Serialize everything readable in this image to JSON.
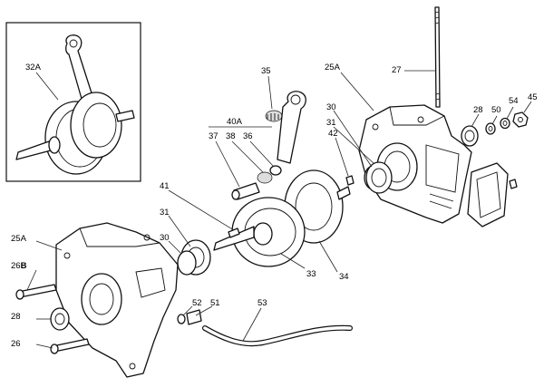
{
  "labels": {
    "inset_crankshaft": "32A",
    "studs_27": "27",
    "crankcase_right": "25A",
    "needle_bearing": "35",
    "seal_28_right": "28",
    "washer_50": "50",
    "washer_54": "54",
    "nut_45": "45",
    "group_40a": "40A",
    "pin_37": "37",
    "bearing_38": "38",
    "washer_36": "36",
    "ring_30_right": "30",
    "bearing_31_right": "31",
    "dowel_42": "42",
    "key_41": "41",
    "bearing_31_left": "31",
    "ring_30_left": "30",
    "crankcase_left": "25A",
    "screw_26b_num": "26",
    "screw_26b_suffix": "B",
    "seal_28_left": "28",
    "screw_26": "26",
    "crank_half_33": "33",
    "crank_half_34": "34",
    "fitting_52": "52",
    "fitting_51": "51",
    "hose_53": "53"
  }
}
